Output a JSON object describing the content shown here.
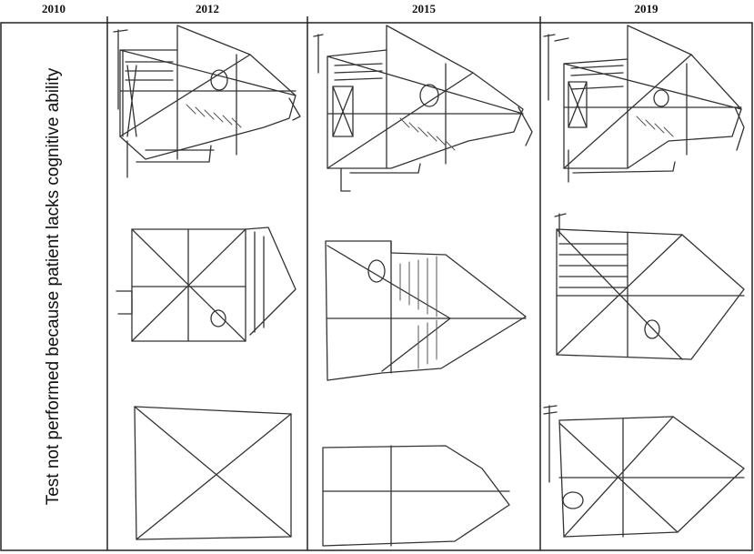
{
  "headers": {
    "col1": "2010",
    "col2": "2012",
    "col3": "2015",
    "col4": "2019"
  },
  "note_2010": "Test not performed because patient lacks cognitive ability",
  "colors": {
    "border": "#222222",
    "sketch": "#333333",
    "background": "#ffffff"
  }
}
